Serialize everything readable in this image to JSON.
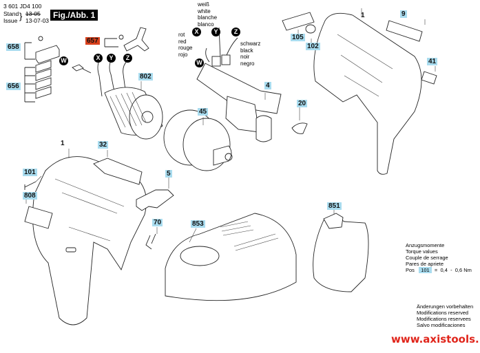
{
  "header": {
    "doc_number": "3 601 JD4 100",
    "stand_label": "Stand",
    "issue_label": "Issue",
    "stand_date": "13-05",
    "issue_date": "13-07-03",
    "figure_label": "Fig./Abb. 1"
  },
  "wire_colors": {
    "white": [
      "weiß",
      "white",
      "blanche",
      "blanco"
    ],
    "red": [
      "rot",
      "red",
      "rouge",
      "rojo"
    ],
    "black": [
      "schwarz",
      "black",
      "noir",
      "negro"
    ]
  },
  "connectors": {
    "x": "X",
    "y": "Y",
    "z": "Z",
    "w": "W"
  },
  "part_labels": {
    "p658": "658",
    "p656": "656",
    "p657": "657",
    "p802": "802",
    "p105": "105",
    "p102": "102",
    "p1_rear": "1",
    "p9": "9",
    "p41": "41",
    "p4": "4",
    "p45": "45",
    "p20": "20",
    "p1_front": "1",
    "p32": "32",
    "p101": "101",
    "p808": "808",
    "p5": "5",
    "p70": "70",
    "p853": "853",
    "p851": "851"
  },
  "label_colors": {
    "standard": "#a9dcef",
    "highlighted": "#d8401c"
  },
  "torque": {
    "title_lines": [
      "Anzugsmomente",
      "Torque values",
      "Couple de serrage",
      "Pares de apriete"
    ],
    "pos_label": "Pos",
    "pos_value": "101",
    "equals": "=",
    "min": "0,4",
    "dash": "-",
    "max": "0,6 Nm"
  },
  "disclaimer": [
    "Änderungen vorbehalten",
    "Modifications reserved",
    "Modifications reservees",
    "Salvo modificaciones"
  ],
  "watermark": "www.axistools.ru"
}
